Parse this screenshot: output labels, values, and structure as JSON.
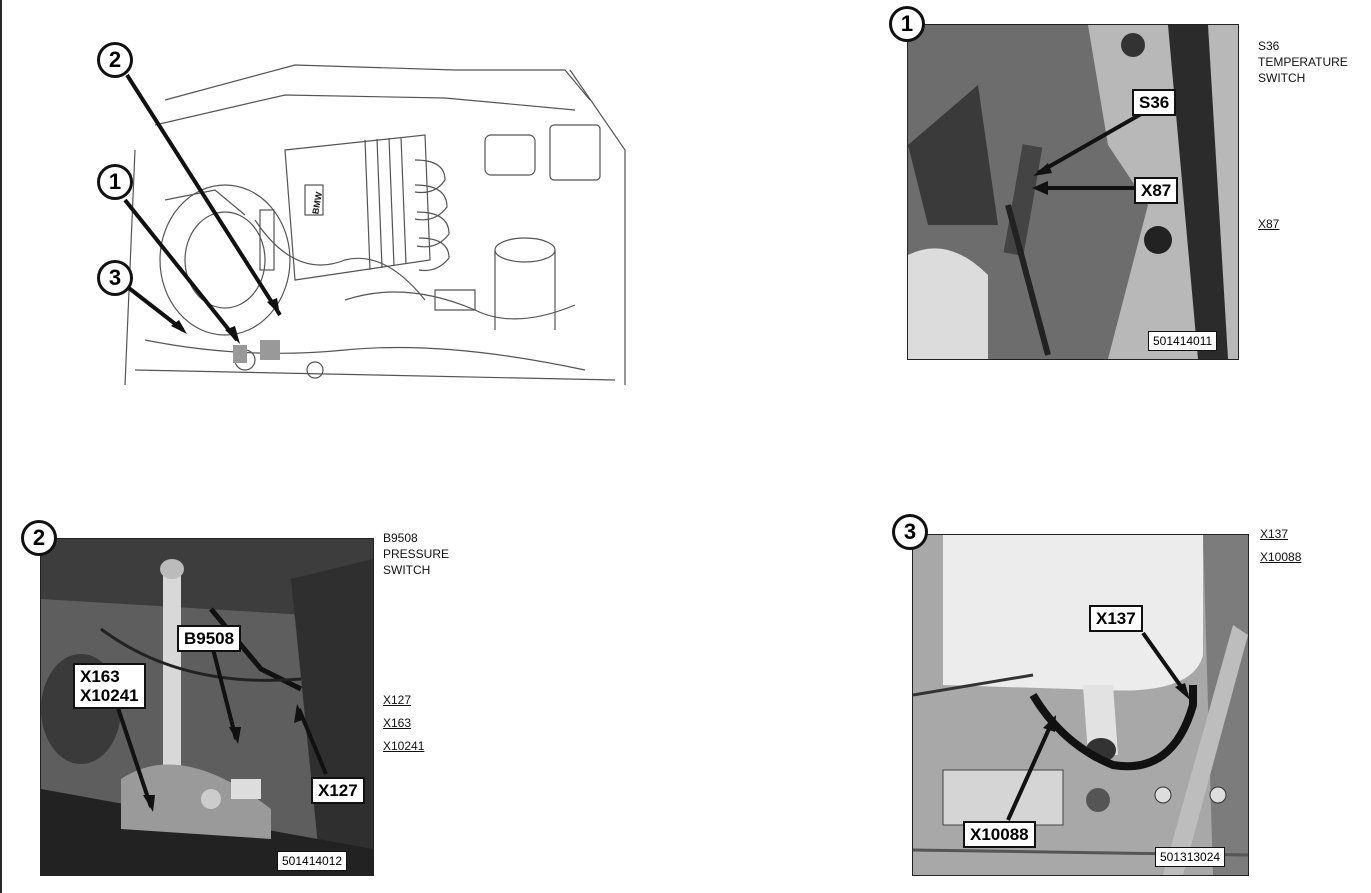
{
  "overview": {
    "markers": [
      "1",
      "2",
      "3"
    ],
    "brand_badge": "BMW"
  },
  "detail_1": {
    "number": "1",
    "callouts": [
      "S36",
      "X87"
    ],
    "photo_id": "501414011",
    "side_title": [
      "S36",
      "TEMPERATURE",
      "SWITCH"
    ],
    "side_list": [
      "X87"
    ]
  },
  "detail_2": {
    "number": "2",
    "callouts": [
      "B9508",
      "X163",
      "X10241",
      "X127"
    ],
    "photo_id": "501414012",
    "side_title": [
      "B9508",
      "PRESSURE",
      "SWITCH"
    ],
    "side_list": [
      "X127",
      "X163",
      "X10241"
    ]
  },
  "detail_3": {
    "number": "3",
    "callouts": [
      "X137",
      "X10088"
    ],
    "photo_id": "501313024",
    "side_list": [
      "X137",
      "X10088"
    ]
  }
}
